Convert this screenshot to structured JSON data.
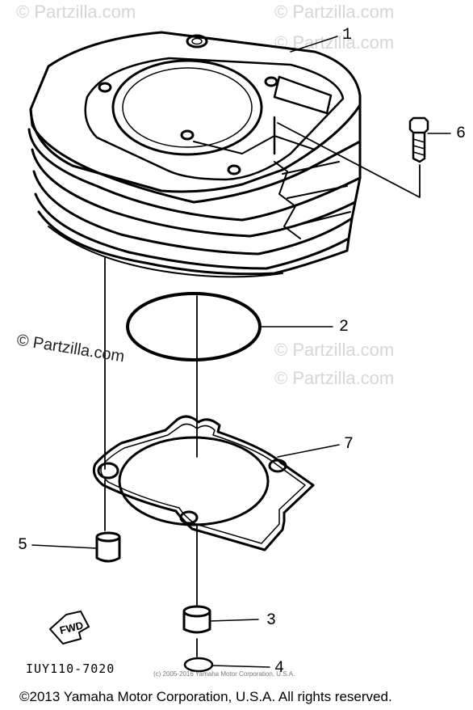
{
  "watermarks": {
    "corner": "© Partzilla.com",
    "center": "© Partzilla.com"
  },
  "callouts": {
    "cylinder": "1",
    "o_ring": "2",
    "dowel_pin_right": "3",
    "small_o_ring": "4",
    "dowel_pin_left": "5",
    "bolt": "6",
    "base_gasket": "7"
  },
  "fwd_label": "FWD",
  "reference_code": "IUY110-7020",
  "small_copyright": "(c) 2005-2016 Yamaha Motor Corporation, U.S.A.",
  "footer_copyright": "©2013 Yamaha Motor Corporation, U.S.A. All rights reserved."
}
